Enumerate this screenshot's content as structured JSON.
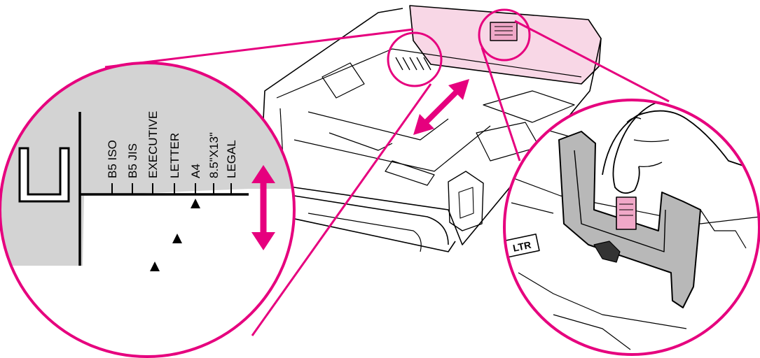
{
  "figure": {
    "accent_color": "#e6007e",
    "highlight_fill": "#f8d7e6",
    "gray_fill": "#d3d3d3",
    "paper_size_labels": [
      "B5 ISO",
      "B5 JIS",
      "EXECUTIVE",
      "LETTER",
      "A4",
      "8.5\"X13\"",
      "LEGAL"
    ],
    "tray_marking": "LTR",
    "icons": [
      "double-arrow-icon",
      "triangle-marker-icon",
      "hand-icon",
      "paper-guide-clip-icon"
    ]
  }
}
